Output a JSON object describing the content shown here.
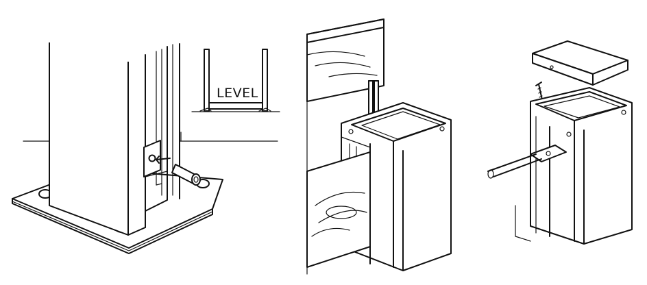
{
  "figure": {
    "panels": [
      {
        "name": "base-plate-mounting",
        "label": "LEVEL"
      },
      {
        "name": "board-insertion"
      },
      {
        "name": "cap-fastening"
      }
    ]
  }
}
